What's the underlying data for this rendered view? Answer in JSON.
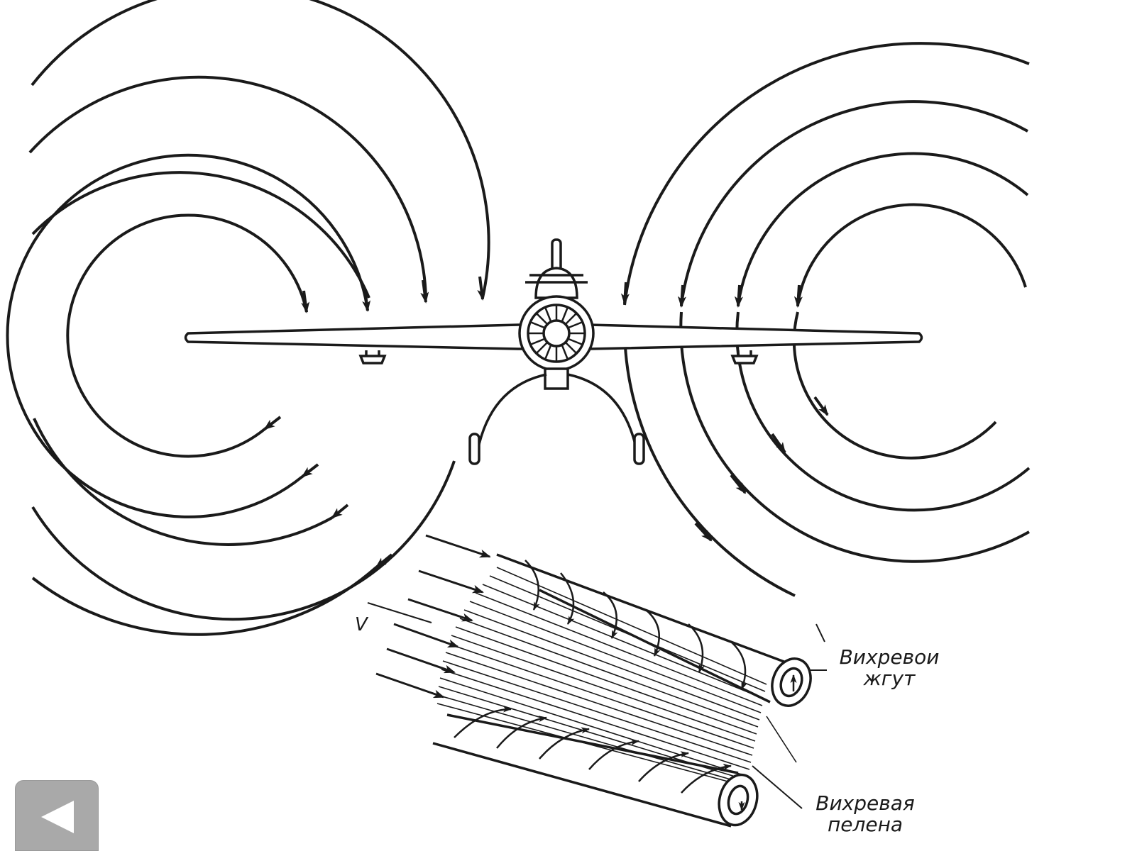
{
  "labels": {
    "velocity": "V",
    "vortex_tube": "Вихревои\nжгут",
    "vortex_sheet": "Вихревая\nпелена"
  },
  "icons": {
    "back": "triangle-left-icon"
  },
  "colors": {
    "ink": "#1a1a1a",
    "button": "#a9a9a9",
    "button_icon": "#ffffff"
  }
}
